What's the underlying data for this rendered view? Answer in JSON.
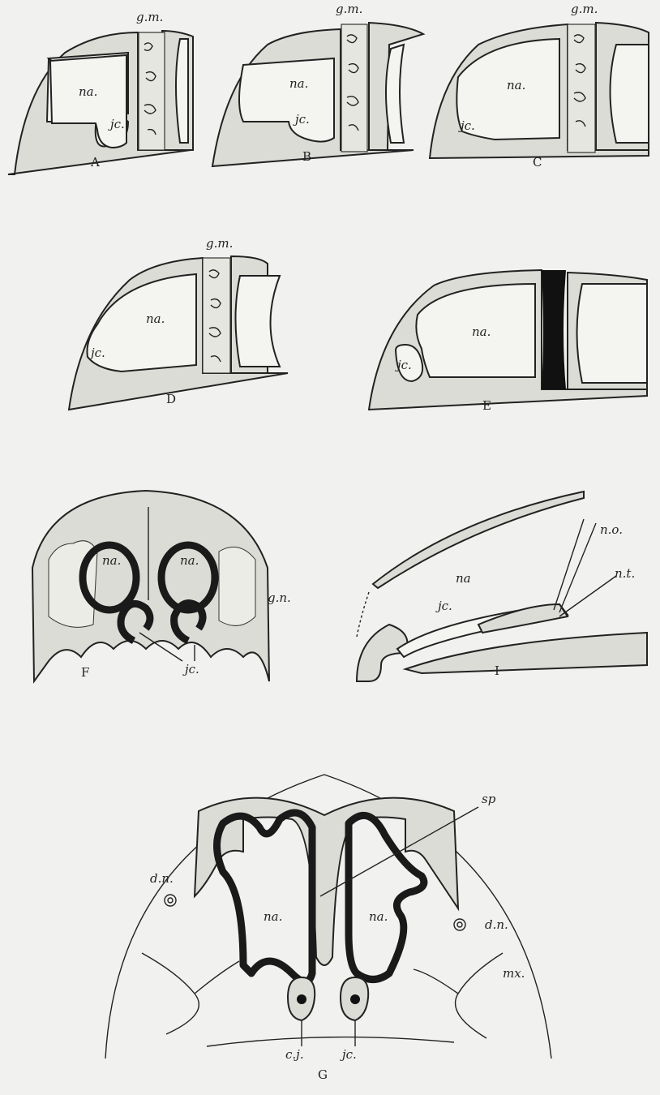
{
  "figures": {
    "A": {
      "caption": "A",
      "labels": {
        "gm": "g.m.",
        "na": "na.",
        "jc": "jc."
      }
    },
    "B": {
      "caption": "B",
      "labels": {
        "gm": "g.m.",
        "na": "na.",
        "jc": "jc."
      }
    },
    "C": {
      "caption": "C",
      "labels": {
        "gm": "g.m.",
        "na": "na.",
        "jc": "jc."
      }
    },
    "D": {
      "caption": "D",
      "labels": {
        "gm": "g.m.",
        "na": "na.",
        "jc": "jc."
      }
    },
    "E": {
      "caption": "E",
      "labels": {
        "na": "na.",
        "jc": "jc."
      }
    },
    "F": {
      "caption": "F",
      "labels": {
        "na_left": "na.",
        "na_right": "na.",
        "gn": "g.n.",
        "jc": "jc."
      }
    },
    "I": {
      "caption": "I",
      "labels": {
        "na": "na",
        "jc": "jc.",
        "no": "n.o.",
        "nt": "n.t."
      }
    },
    "G": {
      "caption": "G",
      "labels": {
        "sp": "sp",
        "dn_left": "d.n.",
        "dn_right": "d.n.",
        "na_left": "na.",
        "na_right": "na.",
        "mx": "mx.",
        "cj": "c.j.",
        "jc": "jc."
      }
    }
  }
}
